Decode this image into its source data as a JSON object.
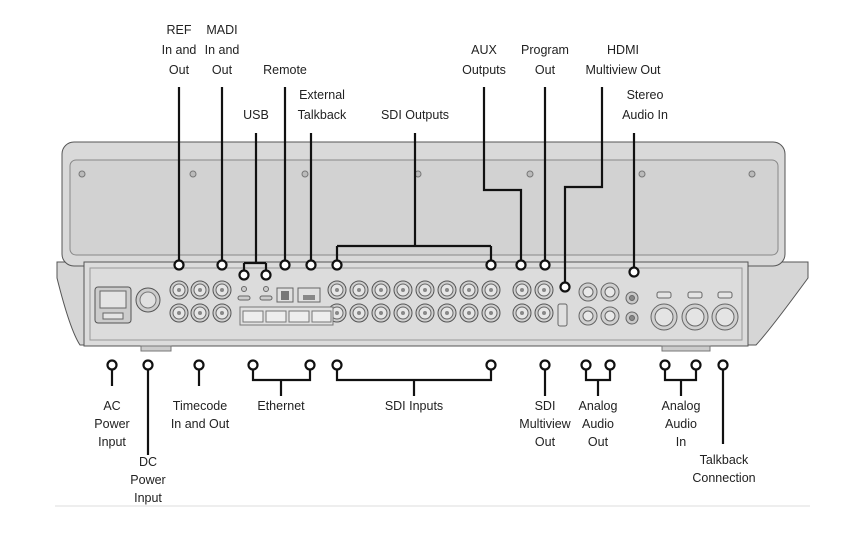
{
  "labels_top": {
    "ref": [
      "REF",
      "In and",
      "Out"
    ],
    "madi": [
      "MADI",
      "In and",
      "Out"
    ],
    "usb": [
      "USB"
    ],
    "remote": [
      "Remote"
    ],
    "external_talkback": [
      "External",
      "Talkback"
    ],
    "sdi_outputs": [
      "SDI Outputs"
    ],
    "aux_outputs": [
      "AUX",
      "Outputs"
    ],
    "program_out": [
      "Program",
      "Out"
    ],
    "hdmi_multiview_out": [
      "HDMI",
      "Multiview Out"
    ],
    "stereo_audio_in": [
      "Stereo",
      "Audio In"
    ]
  },
  "labels_bottom": {
    "ac_power_input": [
      "AC",
      "Power",
      "Input"
    ],
    "dc_power_input": [
      "DC",
      "Power",
      "Input"
    ],
    "timecode": [
      "Timecode",
      "In and Out"
    ],
    "ethernet": [
      "Ethernet"
    ],
    "sdi_inputs": [
      "SDI Inputs"
    ],
    "sdi_multiview_out": [
      "SDI",
      "Multiview",
      "Out"
    ],
    "analog_audio_out": [
      "Analog",
      "Audio",
      "Out"
    ],
    "analog_audio_in": [
      "Analog",
      "Audio",
      "In"
    ],
    "talkback_connection": [
      "Talkback",
      "Connection"
    ]
  },
  "colors": {
    "device_body": "#dcdcdc",
    "callout_lines": "#111111"
  }
}
